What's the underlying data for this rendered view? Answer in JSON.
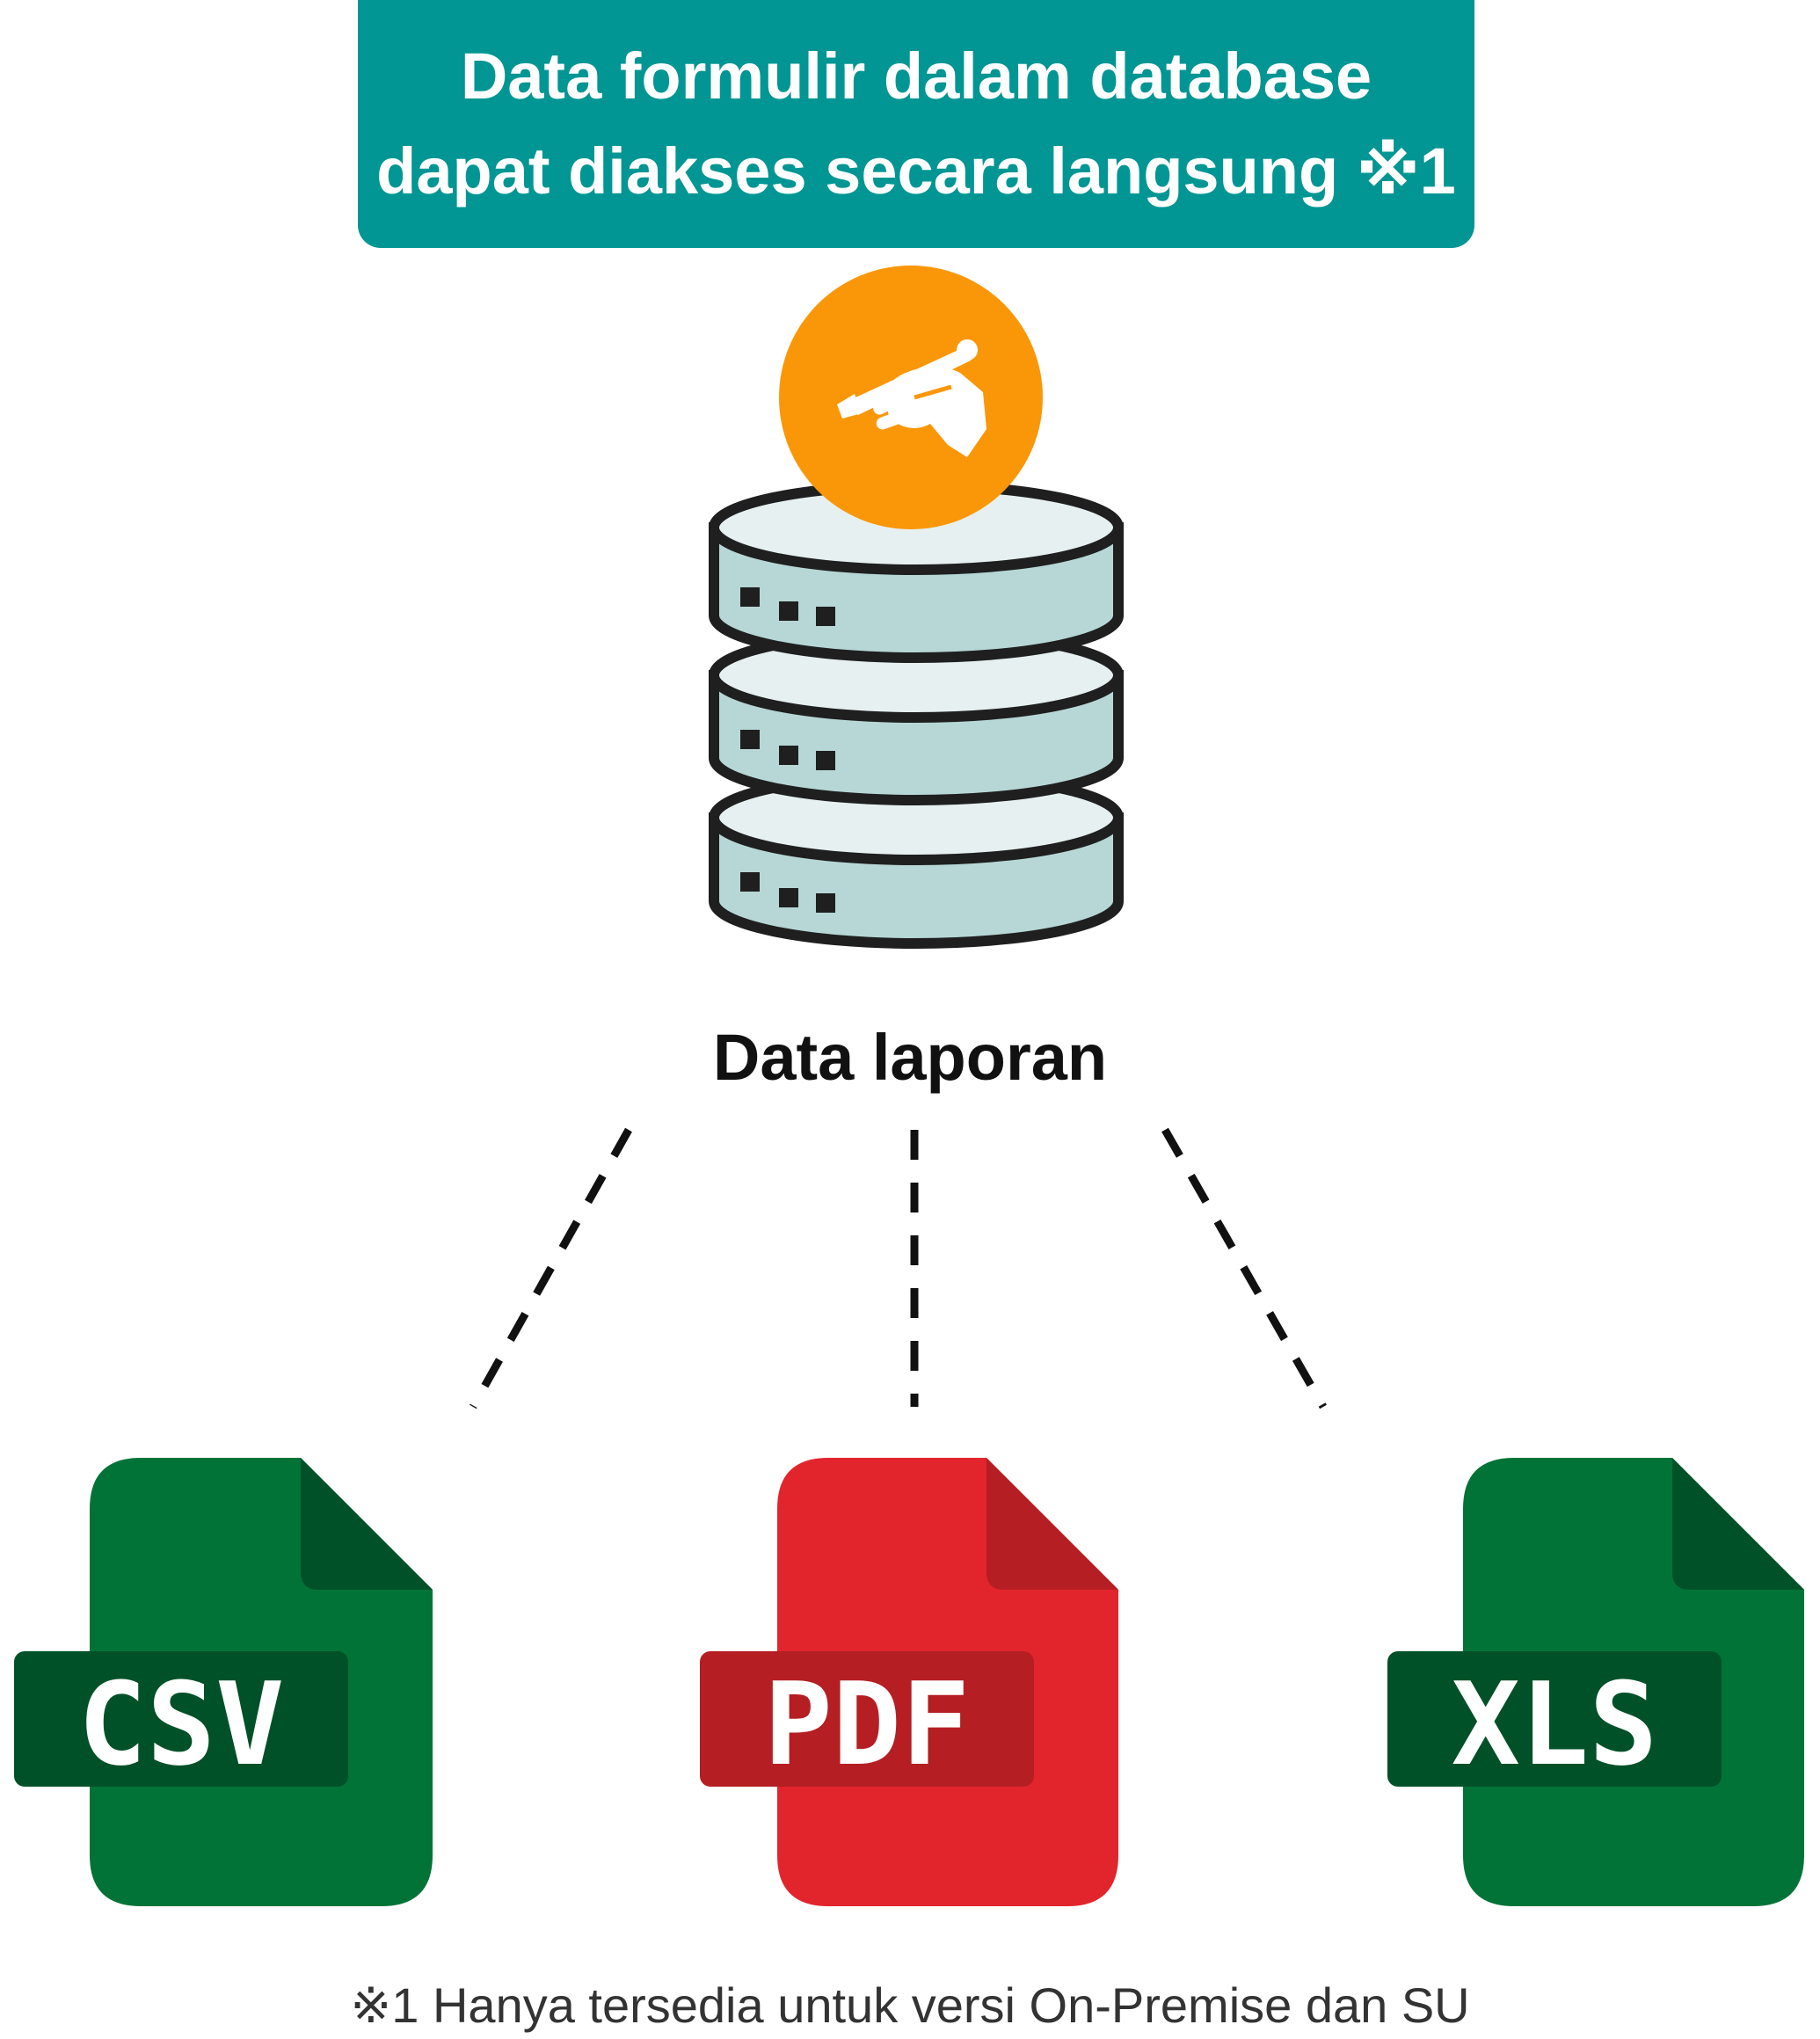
{
  "banner": {
    "line1": "Data formulir dalam database",
    "line2": "dapat diakses secara langsung ※1"
  },
  "database": {
    "label": "Data laporan",
    "badge_icon": "hand-writing-pen-icon",
    "icon": "database-stack-icon"
  },
  "files": [
    {
      "label": "CSV",
      "icon": "csv-file-icon",
      "color": "#027337",
      "dark": "#015128"
    },
    {
      "label": "PDF",
      "icon": "pdf-file-icon",
      "color": "#E2252C",
      "dark": "#B51E22"
    },
    {
      "label": "XLS",
      "icon": "xls-file-icon",
      "color": "#027337",
      "dark": "#015128"
    }
  ],
  "footnote": "※1 Hanya tersedia untuk versi On-Premise dan SU",
  "colors": {
    "banner": "#019693",
    "badge": "#FA9708",
    "db_fill": "#B6D7D6",
    "db_stroke": "#1F1F1F"
  }
}
